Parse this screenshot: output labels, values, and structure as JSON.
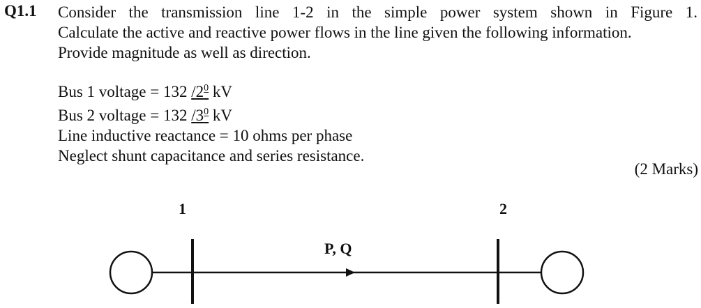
{
  "question": {
    "number": "Q1.1",
    "paragraph_lines": [
      "Consider the transmission line 1-2 in the simple power system shown in Figure 1.",
      "Calculate the active and reactive power flows in the line given the following information.",
      "Provide magnitude as well as direction."
    ],
    "given": {
      "bus1": {
        "prefix": "Bus 1 voltage = 132 ",
        "angle_slash": "/",
        "angle_value": "2",
        "degree": "0",
        "unit": " kV"
      },
      "bus2": {
        "prefix": "Bus 2 voltage = 132 ",
        "angle_slash": "/",
        "angle_value": "3",
        "degree": "0",
        "unit": " kV"
      },
      "reactance": "Line inductive reactance = 10 ohms per phase",
      "note": "Neglect shunt capacitance and series resistance."
    },
    "marks": "(2 Marks)"
  },
  "figure": {
    "bus1_label": "1",
    "bus2_label": "2",
    "flow_label": "P, Q",
    "line_color": "#111111"
  }
}
